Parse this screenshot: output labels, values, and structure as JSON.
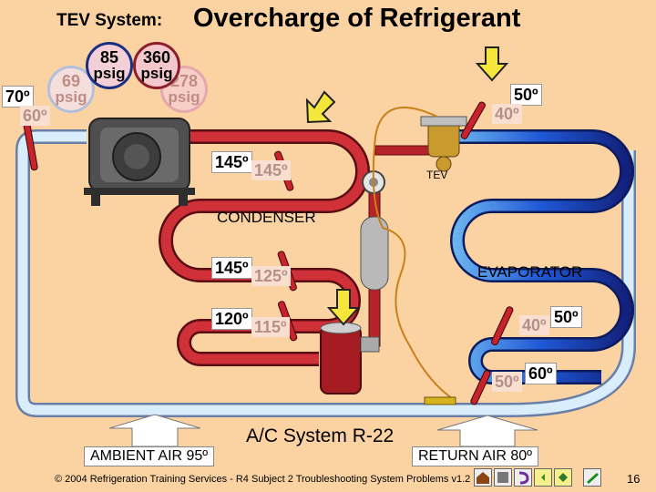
{
  "title": {
    "prefix": "TEV System:",
    "main": "Overcharge of Refrigerant"
  },
  "gauges": {
    "low_side": {
      "value": "85",
      "unit": "psig"
    },
    "high_side": {
      "value": "360",
      "unit": "psig"
    },
    "normal_low": {
      "value": "69",
      "unit": "psig"
    },
    "normal_high": {
      "value": "278",
      "unit": "psig"
    }
  },
  "temps": {
    "suction_actual": "70º",
    "suction_normal": "60º",
    "tev_inlet_actual": "50º",
    "tev_inlet_normal": "40º",
    "discharge_actual": "145º",
    "discharge_normal": "145º",
    "cond_mid_actual": "145º",
    "cond_mid_normal": "125º",
    "liquid_actual": "120º",
    "liquid_normal": "115º",
    "evap_mid_actual": "50º",
    "evap_mid_normal": "40º",
    "evap_out_actual": "60º",
    "evap_out_normal": "50º"
  },
  "labels": {
    "tev": "TEV",
    "condenser": "CONDENSER",
    "evaporator": "EVAPORATOR",
    "system": "A/C System R-22",
    "ambient_air": "AMBIENT AIR 95º",
    "return_air": "RETURN AIR 80º"
  },
  "footer": {
    "copyright": "© 2004 Refrigeration Training Services - R4 Subject 2 Troubleshooting System Problems v1.2",
    "page": "16"
  },
  "colors": {
    "background": "#fbd3a3",
    "hot_line": "#c8232c",
    "cold_line": "#1a3fb0",
    "suction_line": "#c9e2f4"
  },
  "nav_icons": [
    "home-icon",
    "list-icon",
    "back-icon",
    "prev-icon",
    "next-icon",
    "pen-icon"
  ]
}
